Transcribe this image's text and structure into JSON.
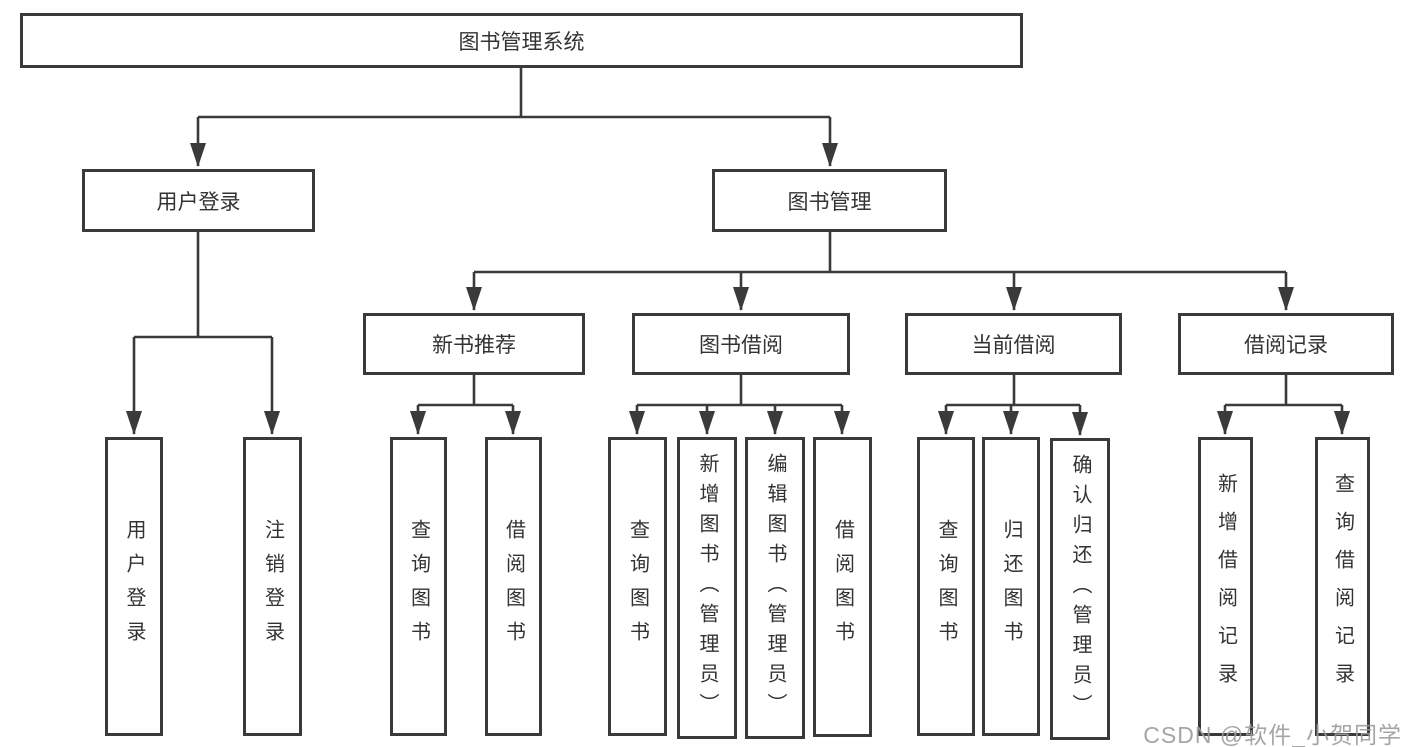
{
  "diagram": {
    "watermark": {
      "text": "CSDN @软件_小贺同学"
    },
    "colors": {
      "line": "#3a3a3a",
      "box_border": "#3a3a3a",
      "text": "#333333",
      "watermark": "#9b9b9b",
      "background": "#ffffff"
    },
    "tree": {
      "label": "图书管理系统",
      "children": [
        {
          "label": "用户登录",
          "children": [
            {
              "label": "用户登录"
            },
            {
              "label": "注销登录"
            }
          ]
        },
        {
          "label": "图书管理",
          "children": [
            {
              "label": "新书推荐",
              "children": [
                {
                  "label": "查询图书"
                },
                {
                  "label": "借阅图书"
                }
              ]
            },
            {
              "label": "图书借阅",
              "children": [
                {
                  "label": "查询图书"
                },
                {
                  "label": "新增图书（管理员）"
                },
                {
                  "label": "编辑图书（管理员）"
                },
                {
                  "label": "借阅图书"
                }
              ]
            },
            {
              "label": "当前借阅",
              "children": [
                {
                  "label": "查询图书"
                },
                {
                  "label": "归还图书"
                },
                {
                  "label": "确认归还（管理员）"
                }
              ]
            },
            {
              "label": "借阅记录",
              "children": [
                {
                  "label": "新增借阅记录"
                },
                {
                  "label": "查询借阅记录"
                }
              ]
            }
          ]
        }
      ]
    }
  }
}
